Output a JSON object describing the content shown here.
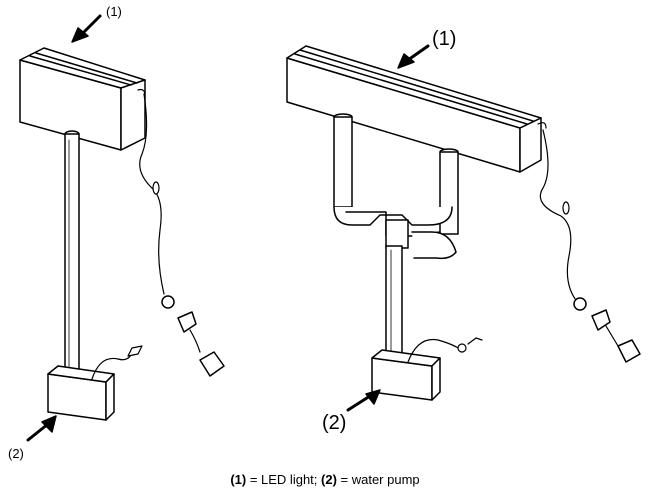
{
  "figure": {
    "left_assembly": {
      "light_callout": "(1)",
      "pump_callout": "(2)"
    },
    "right_assembly": {
      "light_callout": "(1)",
      "pump_callout": "(2)"
    },
    "caption": {
      "n1": "(1)",
      "t1": " = LED light; ",
      "n2": "(2)",
      "t2": " = water pump"
    }
  }
}
